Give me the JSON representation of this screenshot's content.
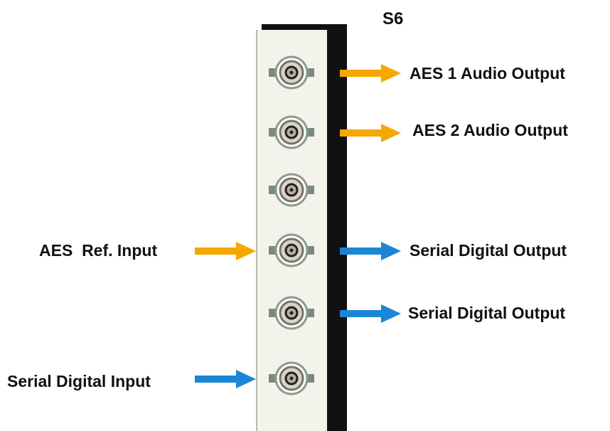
{
  "panel": {
    "title": "S6"
  },
  "colors": {
    "audio_arrow": "#f5a800",
    "video_arrow": "#1a86d6",
    "panel": "#f3f3ec",
    "panel_shadow": "#111111",
    "text": "#111111"
  },
  "connectors": [
    {
      "name": "bnc-1",
      "output_label": "AES 1 Audio Output",
      "output_type": "audio",
      "input_label": null,
      "input_type": null
    },
    {
      "name": "bnc-2",
      "output_label": "AES 2 Audio Output",
      "output_type": "audio",
      "input_label": null,
      "input_type": null
    },
    {
      "name": "bnc-3",
      "output_label": null,
      "output_type": null,
      "input_label": null,
      "input_type": null
    },
    {
      "name": "bnc-4",
      "output_label": "Serial Digital Output",
      "output_type": "video",
      "input_label": "AES  Ref. Input",
      "input_type": "audio"
    },
    {
      "name": "bnc-5",
      "output_label": "Serial Digital Output",
      "output_type": "video",
      "input_label": null,
      "input_type": null
    },
    {
      "name": "bnc-6",
      "output_label": null,
      "output_type": null,
      "input_label": "Serial Digital Input",
      "input_type": "video"
    }
  ]
}
